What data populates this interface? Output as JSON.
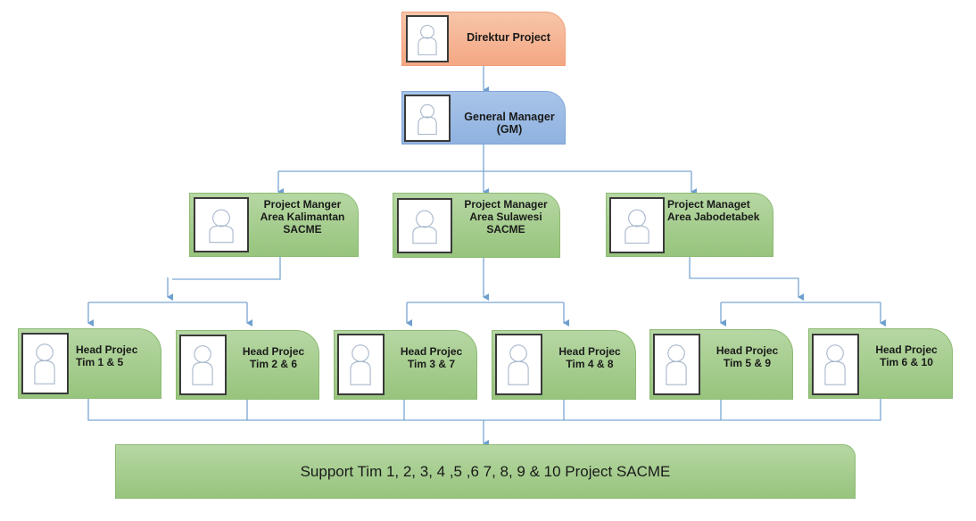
{
  "diagram": {
    "type": "org-chart",
    "colors": {
      "director": "#f4a783",
      "general_manager": "#8fb2e0",
      "team": "#97c47d",
      "connector": "#6f9fcf"
    },
    "director": {
      "title": "Direktur Project",
      "icon": "person-placeholder-icon"
    },
    "general_manager": {
      "title": "General Manager\n(GM)",
      "icon": "person-placeholder-icon"
    },
    "project_managers": [
      {
        "title": "Project Manger\nArea  Kalimantan\nSACME",
        "icon": "person-placeholder-icon"
      },
      {
        "title": "Project Manager\nArea Sulawesi\nSACME",
        "icon": "person-placeholder-icon"
      },
      {
        "title": "Project Managet\nArea Jabodetabek",
        "icon": "person-placeholder-icon"
      }
    ],
    "head_projects": [
      {
        "title": "Head Projec\nTim 1  & 5",
        "reports_to": 0,
        "icon": "person-placeholder-icon"
      },
      {
        "title": "Head Projec\nTim 2 & 6",
        "reports_to": 0,
        "icon": "person-placeholder-icon"
      },
      {
        "title": "Head Projec\nTim 3 & 7",
        "reports_to": 1,
        "icon": "person-placeholder-icon"
      },
      {
        "title": "Head Projec\nTim 4 & 8",
        "reports_to": 1,
        "icon": "person-placeholder-icon"
      },
      {
        "title": "Head Projec\nTim 5 & 9",
        "reports_to": 2,
        "icon": "person-placeholder-icon"
      },
      {
        "title": "Head Projec\nTim 6 & 10",
        "reports_to": 2,
        "icon": "person-placeholder-icon"
      }
    ],
    "support": {
      "title": "Support Tim  1, 2, 3, 4 ,5 ,6 7, 8, 9 & 10  Project SACME"
    }
  }
}
